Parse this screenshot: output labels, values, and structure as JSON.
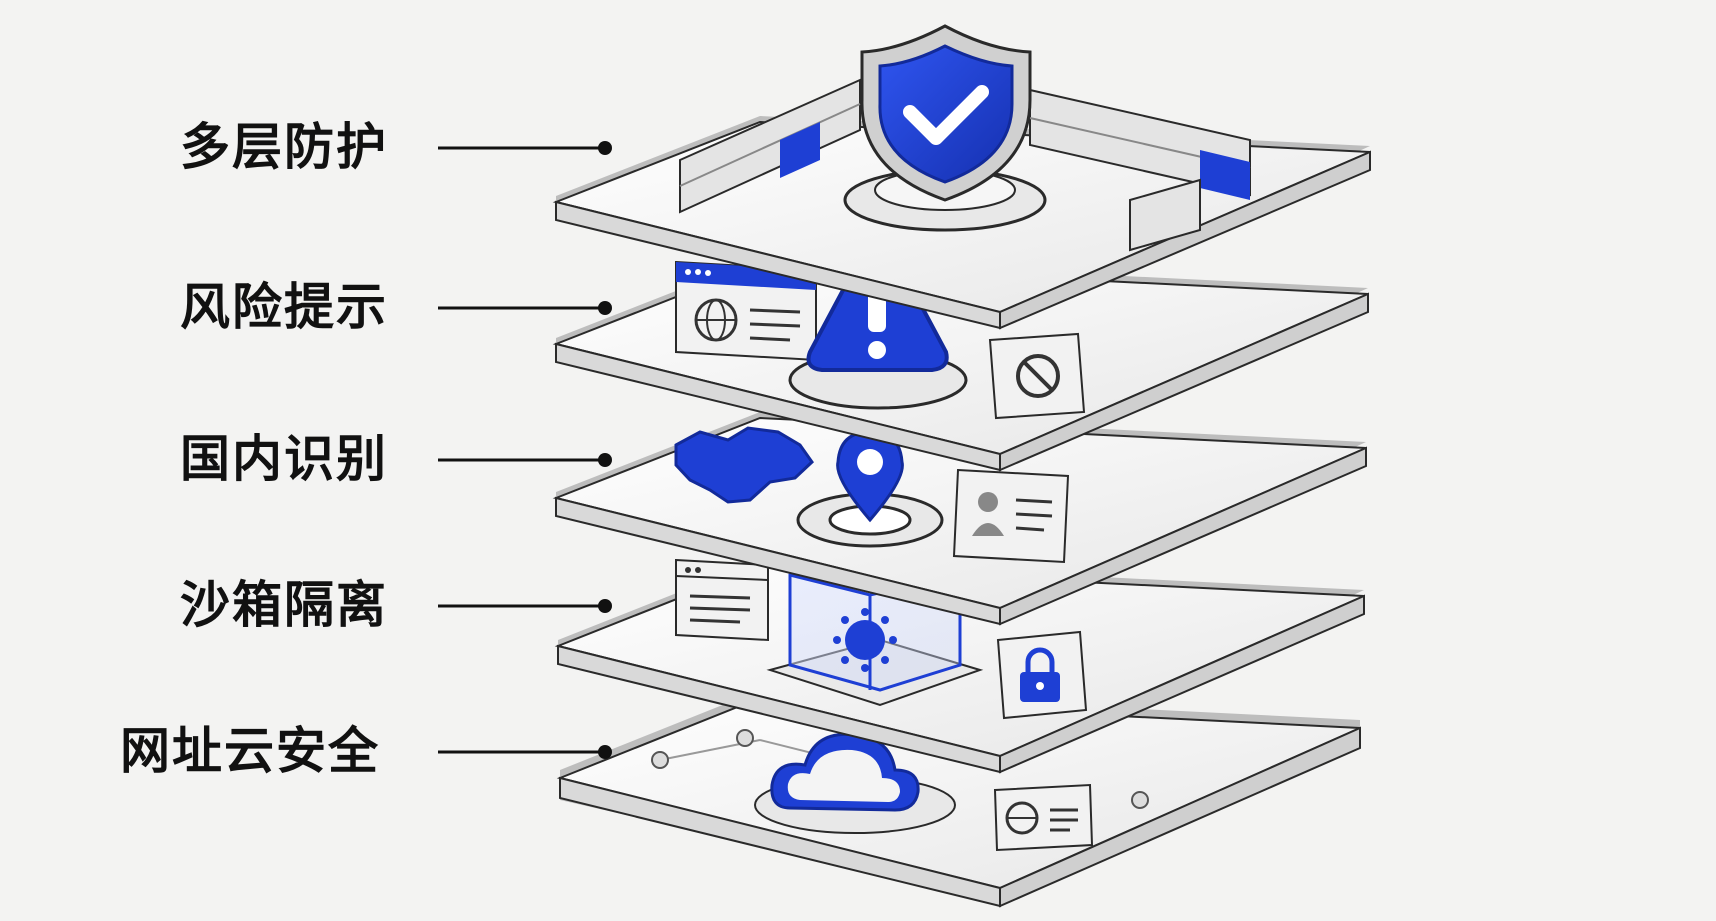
{
  "layers": [
    {
      "label": "多层防护",
      "icon": "shield-check-icon"
    },
    {
      "label": "风险提示",
      "icon": "warning-triangle-icon"
    },
    {
      "label": "国内识别",
      "icon": "location-pin-icon"
    },
    {
      "label": "沙箱隔离",
      "icon": "sandbox-cube-icon"
    },
    {
      "label": "网址云安全",
      "icon": "cloud-icon"
    }
  ],
  "colors": {
    "accent": "#1e3fd4",
    "plate": "#f4f4f4",
    "text": "#111111",
    "background": "#f3f3f2"
  }
}
